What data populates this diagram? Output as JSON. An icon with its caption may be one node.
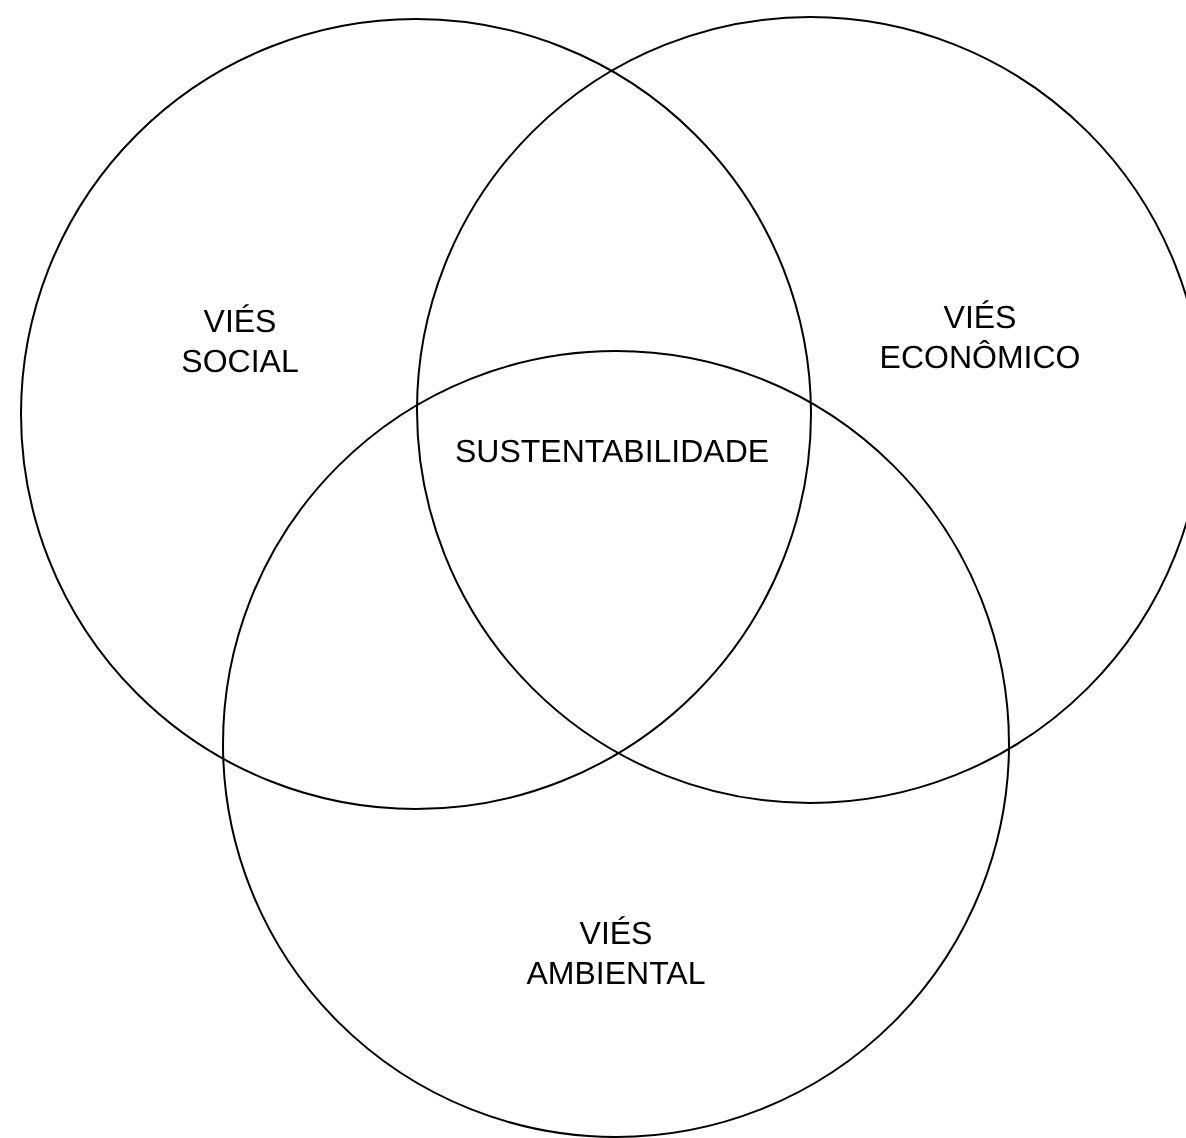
{
  "diagram": {
    "nodes": [
      {
        "text": [
          "VIÉS SOCIAL"
        ]
      },
      {
        "text": [
          "VIÉS ECONÔMICO"
        ]
      },
      {
        "text": [
          "VIÉS AMBIENTAL"
        ]
      }
    ],
    "edges": [],
    "labels": [
      "SUSTENTABILIDADE"
    ]
  }
}
